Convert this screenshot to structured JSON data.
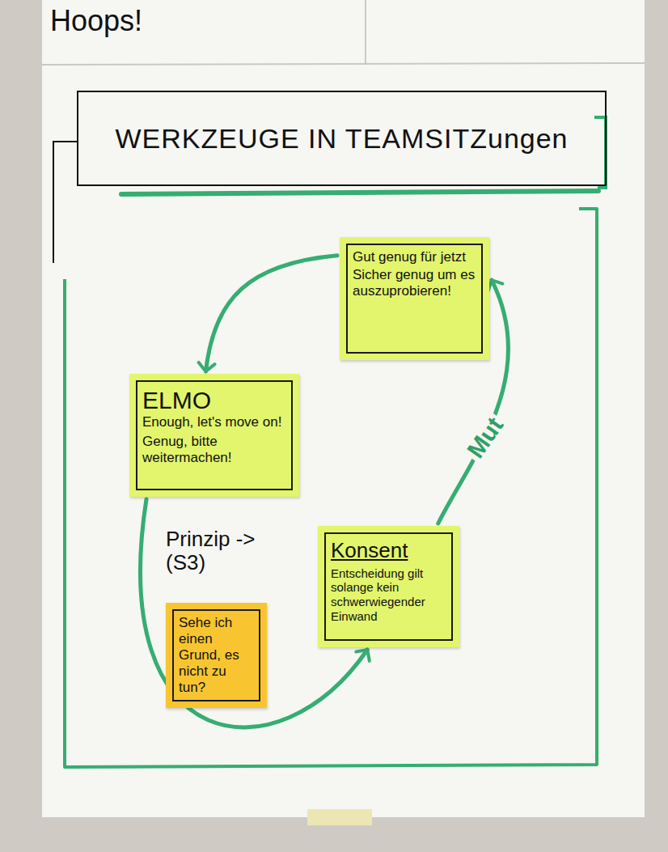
{
  "diagram": {
    "title": "WERKZEUGE IN TEAMSITZungen",
    "nodes": [
      {
        "text": [
          "Gut genug für jetzt",
          "Sicher genug um es auszuprobieren!"
        ]
      },
      {
        "text": [
          "ELMO",
          "Enough, let's move on!",
          "Genug, bitte weitermachen!"
        ]
      },
      {
        "text": [
          "Konsent",
          "Entscheidung gilt solange kein schwerwiegender Einwand"
        ]
      },
      {
        "text": [
          "Sehe ich einen Grund, es nicht zu tun?"
        ]
      }
    ],
    "edges": [
      {
        "from": 0,
        "to": 1,
        "arrow": "to"
      },
      {
        "from": 1,
        "to": 2,
        "arrow": "to"
      },
      {
        "from": 2,
        "to": 0,
        "label": "Mut",
        "arrow": "to"
      }
    ],
    "labels": [
      "Hoops!",
      "Prinzip -> (S3)"
    ]
  }
}
